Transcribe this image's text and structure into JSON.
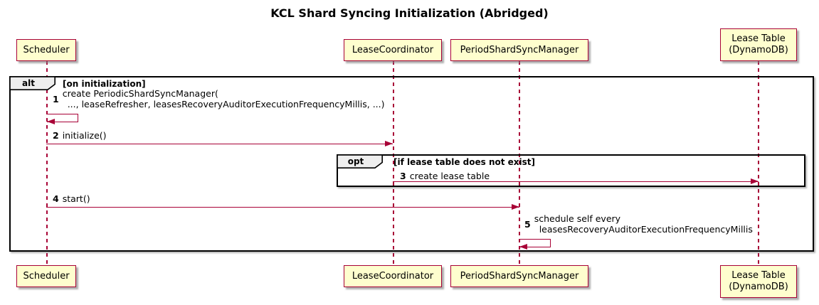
{
  "title": "KCL Shard Syncing Initialization (Abridged)",
  "colors": {
    "participant_fill": "#FEFECE",
    "participant_border": "#A80036",
    "arrow": "#A80036",
    "frame_border": "#000000",
    "frame_label_fill": "#EEEEEE"
  },
  "participants": [
    {
      "id": "scheduler",
      "label": "Scheduler"
    },
    {
      "id": "lease-coordinator",
      "label": "LeaseCoordinator"
    },
    {
      "id": "period-shard-sync-manager",
      "label": "PeriodShardSyncManager"
    },
    {
      "id": "lease-table",
      "label": "Lease Table\n(DynamoDB)"
    }
  ],
  "frames": {
    "alt": {
      "keyword": "alt",
      "condition": "[on initialization]"
    },
    "opt": {
      "keyword": "opt",
      "condition": "[if lease table does not exist]"
    }
  },
  "messages": {
    "m1": {
      "num": "1",
      "line1": "create PeriodicShardSyncManager(",
      "line2": "..., leaseRefresher, leasesRecoveryAuditorExecutionFrequencyMillis, ...)",
      "from": "Scheduler",
      "to": "Scheduler",
      "kind": "self"
    },
    "m2": {
      "num": "2",
      "text": "initialize()",
      "from": "Scheduler",
      "to": "LeaseCoordinator",
      "kind": "arrow"
    },
    "m3": {
      "num": "3",
      "text": "create lease table",
      "from": "LeaseCoordinator",
      "to": "Lease Table (DynamoDB)",
      "kind": "arrow"
    },
    "m4": {
      "num": "4",
      "text": "start()",
      "from": "Scheduler",
      "to": "PeriodShardSyncManager",
      "kind": "arrow"
    },
    "m5": {
      "num": "5",
      "line1": "schedule self every",
      "line2": "leasesRecoveryAuditorExecutionFrequencyMillis",
      "from": "PeriodShardSyncManager",
      "to": "PeriodShardSyncManager",
      "kind": "self"
    }
  }
}
